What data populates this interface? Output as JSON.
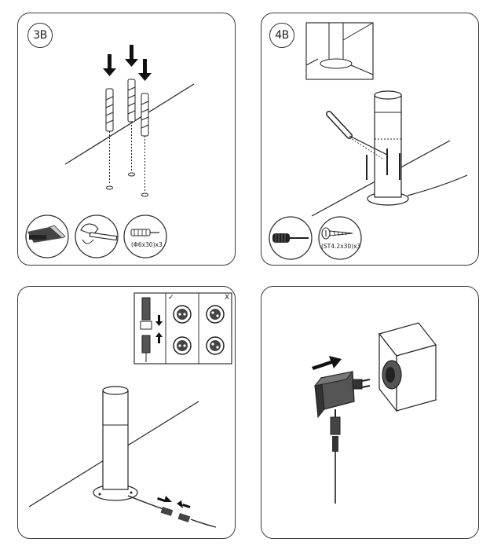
{
  "steps": [
    {
      "id": "3B",
      "tools": {
        "plug": "(Φ6x30)x3"
      }
    },
    {
      "id": "4B",
      "tools": {
        "screw": "(ST4.2x30)x3"
      }
    },
    {
      "id": "",
      "connector": {
        "ok_mark": "✓",
        "bad_mark": "X"
      }
    },
    {
      "id": ""
    }
  ],
  "icons": [
    "down-arrow-icon",
    "utility-knife-icon",
    "hammer-icon",
    "wall-plug-icon",
    "screwdriver-icon",
    "screw-icon",
    "check-icon",
    "x-icon",
    "right-arrow-icon"
  ]
}
